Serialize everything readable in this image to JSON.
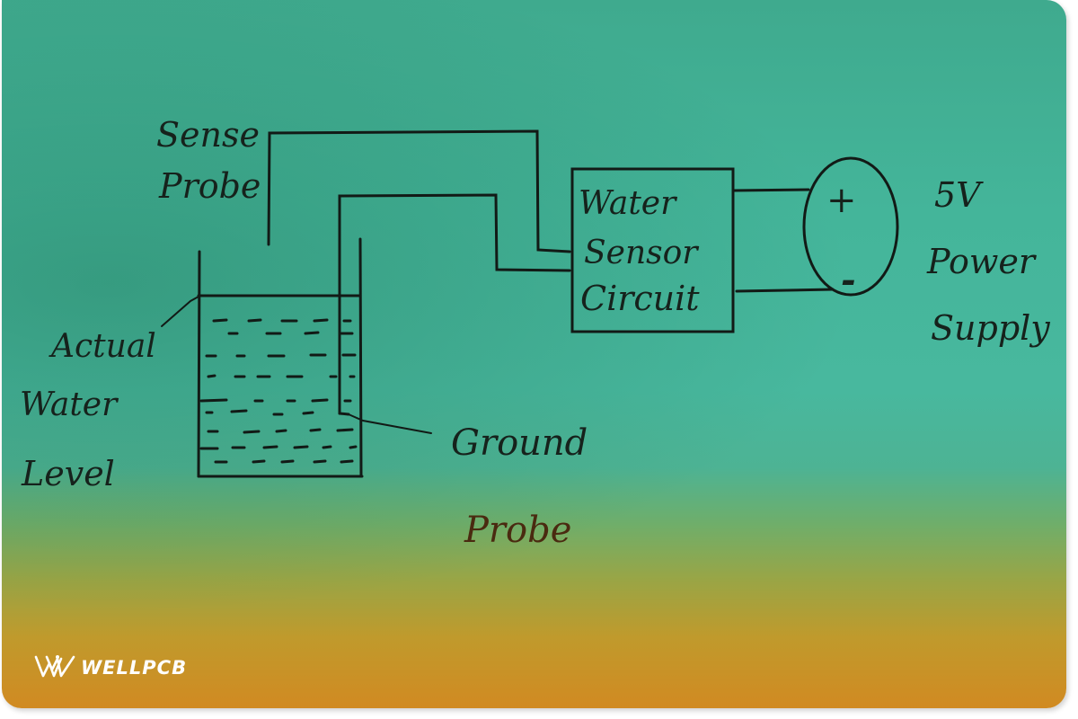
{
  "diagram": {
    "title": "Water level sensor circuit (hand-drawn)",
    "labels": {
      "sense_probe_line1": "Sense",
      "sense_probe_line2": "Probe",
      "actual_water_level_line1": "Actual",
      "actual_water_level_line2": "Water",
      "actual_water_level_line3": "Level",
      "ground_probe_line1": "Ground",
      "ground_probe_line2": "Probe",
      "circuit_line1": "Water",
      "circuit_line2": "Sensor",
      "circuit_line3": "Circuit",
      "power_line1": "5V",
      "power_line2": "Power",
      "power_line3": "Supply",
      "plus": "+",
      "minus": "-"
    },
    "nodes": [
      {
        "id": "tank",
        "label": "Water tank"
      },
      {
        "id": "sense_probe",
        "label": "Sense Probe"
      },
      {
        "id": "ground_probe",
        "label": "Ground Probe"
      },
      {
        "id": "circuit",
        "label": "Water Sensor Circuit"
      },
      {
        "id": "power",
        "label": "5V Power Supply"
      }
    ],
    "edges": [
      {
        "from": "sense_probe",
        "to": "circuit"
      },
      {
        "from": "ground_probe",
        "to": "circuit"
      },
      {
        "from": "circuit",
        "to": "power",
        "terminal": "+"
      },
      {
        "from": "circuit",
        "to": "power",
        "terminal": "-"
      }
    ]
  },
  "watermark": {
    "brand": "WELLPCB"
  },
  "colors": {
    "teal": "#48b89e",
    "orange": "#d18a22",
    "ink": "#121a16"
  }
}
